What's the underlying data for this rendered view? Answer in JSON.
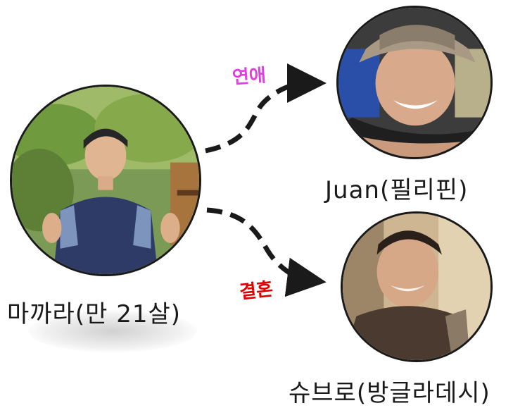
{
  "nodes": {
    "main": {
      "label": "마까라(만 21살)"
    },
    "top": {
      "label": "Juan(필리핀)"
    },
    "bottom": {
      "label": "슈브로(방글라데시)"
    }
  },
  "edges": {
    "romance": {
      "label": "연애",
      "color": "#e040e0"
    },
    "marriage": {
      "label": "결혼",
      "color": "#e00000"
    }
  }
}
